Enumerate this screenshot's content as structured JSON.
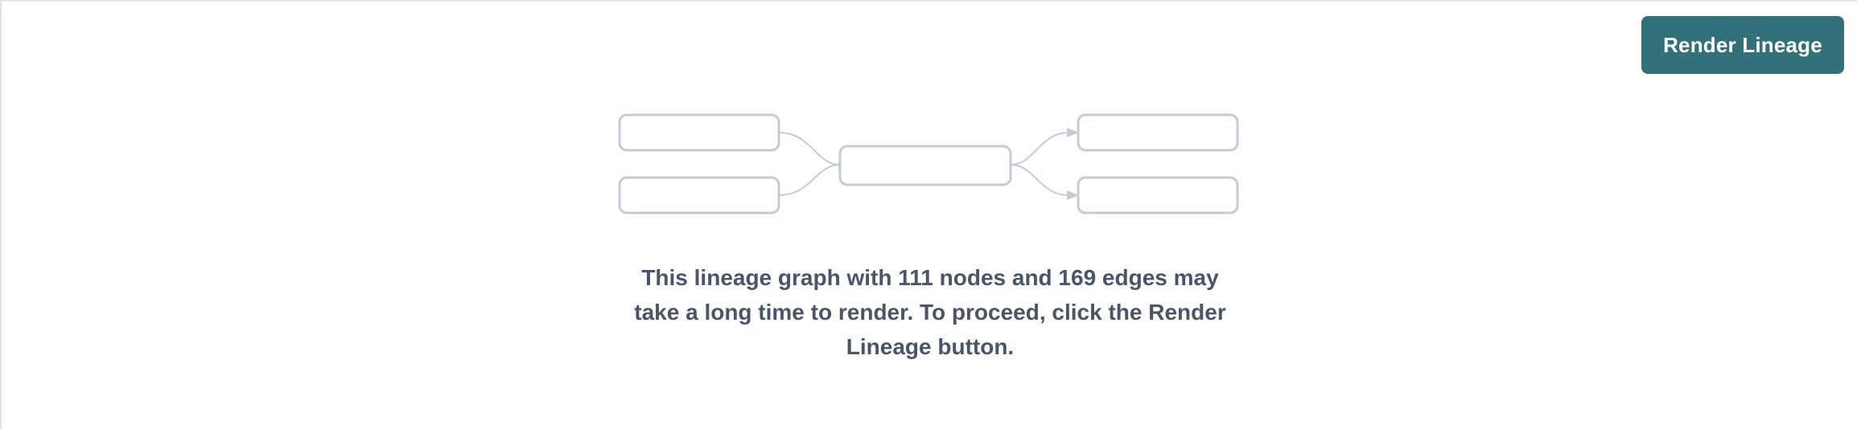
{
  "panel": {
    "name": "lineage-placeholder-panel",
    "background_color": "#ffffff",
    "border_color": "#e2e4e8"
  },
  "toolbar": {
    "render_lineage_label": "Render Lineage",
    "button_color": "#33717a",
    "button_text_color": "#ffffff"
  },
  "message": {
    "text": "This lineage graph with 111 nodes and 169 edges may take a long time to render. To proceed, click the Render Lineage button.",
    "node_count": 111,
    "edge_count": 169,
    "text_color": "#4a5568"
  },
  "graph_placeholder": {
    "icon_name": "lineage-graph-icon",
    "node_stroke_color": "#c3cbd5",
    "node_fill_color": "#ffffff",
    "edge_color": "#c3cbd5",
    "nodes": [
      {
        "id": "left-top",
        "column": "left",
        "row": "top"
      },
      {
        "id": "left-bottom",
        "column": "left",
        "row": "bottom"
      },
      {
        "id": "center",
        "column": "center",
        "row": "middle"
      },
      {
        "id": "right-top",
        "column": "right",
        "row": "top"
      },
      {
        "id": "right-bottom",
        "column": "right",
        "row": "bottom"
      }
    ],
    "edges": [
      {
        "from": "left-top",
        "to": "center"
      },
      {
        "from": "left-bottom",
        "to": "center"
      },
      {
        "from": "center",
        "to": "right-top"
      },
      {
        "from": "center",
        "to": "right-bottom"
      }
    ]
  }
}
